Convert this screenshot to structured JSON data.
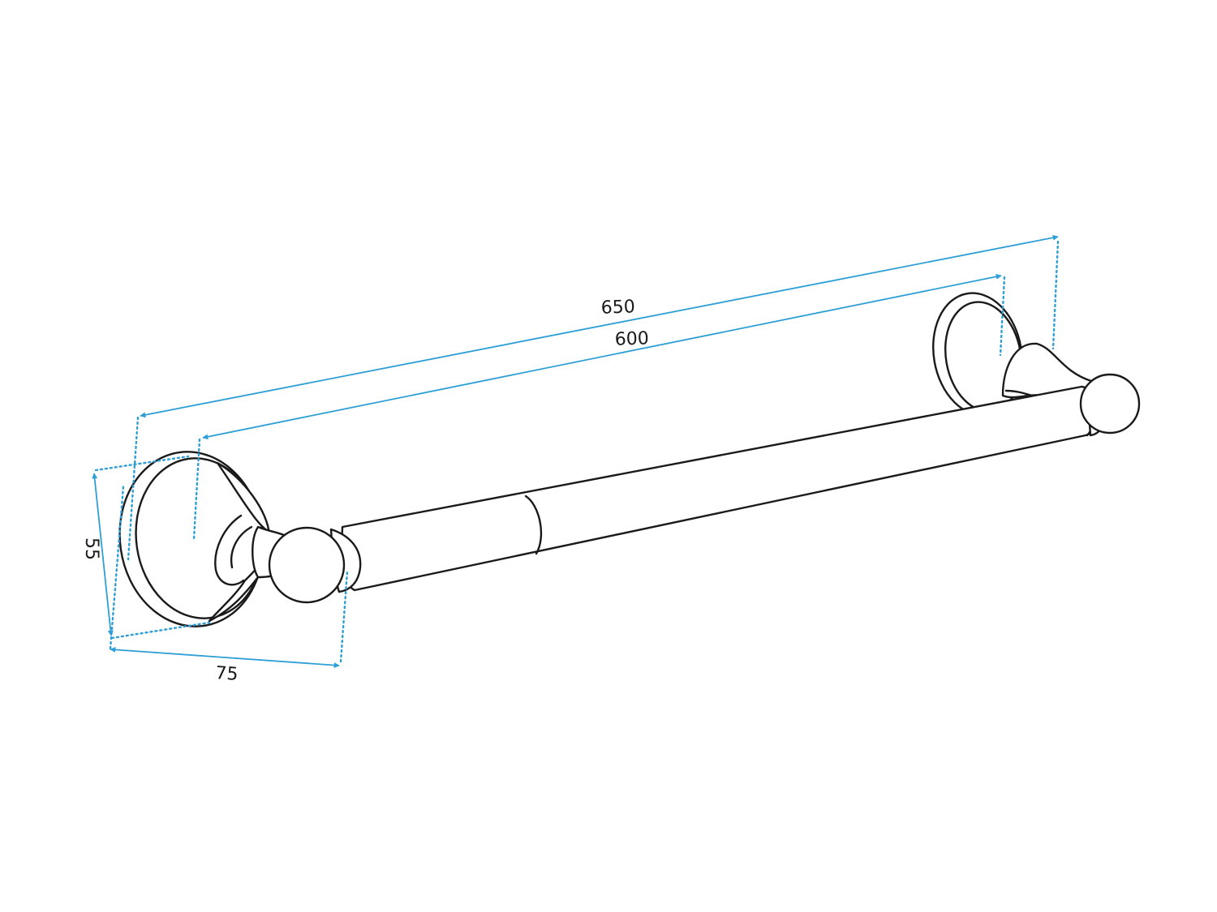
{
  "drawing": {
    "subject": "towel-bar",
    "accent_color": "#2e9fd6",
    "line_color": "#1a1a1a",
    "dimensions": {
      "overall_length": "650",
      "bar_length": "600",
      "height": "55",
      "depth": "75"
    }
  }
}
